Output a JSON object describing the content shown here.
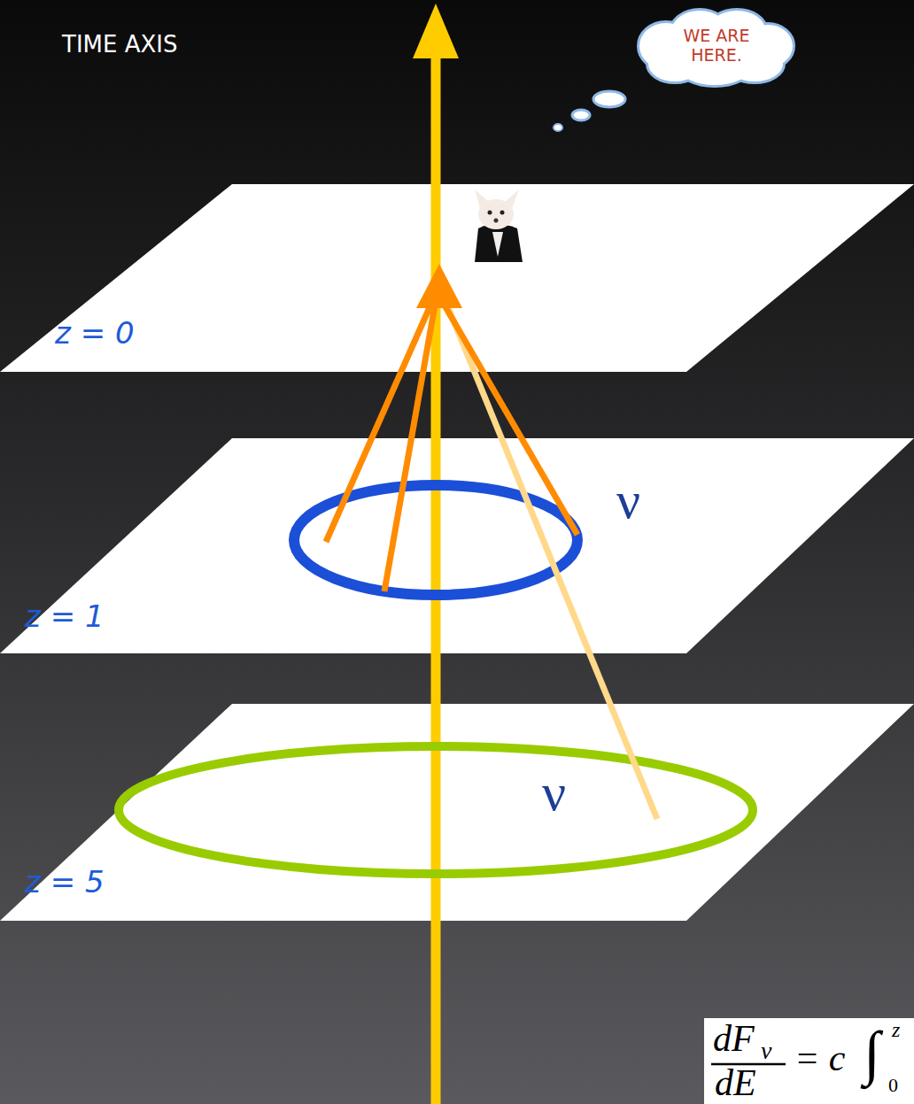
{
  "diagram": {
    "nodes": [
      {
        "text": [
          "WE ARE HERE."
        ]
      },
      {
        "text": [
          "z = 0"
        ]
      },
      {
        "text": [
          "z = 1"
        ]
      },
      {
        "text": [
          "z = 5"
        ]
      },
      {
        "text": [
          "dF",
          "ν",
          "dE",
          "= c",
          "∫",
          "0",
          "z"
        ]
      }
    ],
    "labels": [
      "TIME AXIS",
      "ν",
      "ν"
    ]
  }
}
